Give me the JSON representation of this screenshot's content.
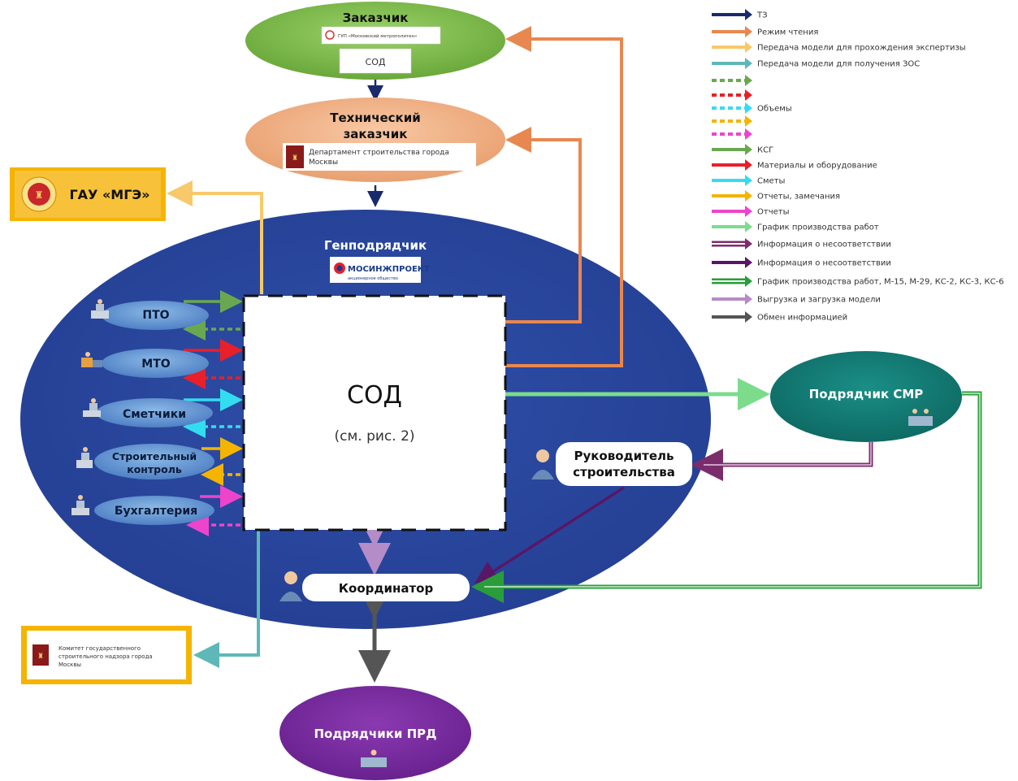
{
  "nodes": {
    "customer": {
      "title": "Заказчик",
      "logo_text": "ГУП «Московский метрополитен»",
      "sod_label": "СОД"
    },
    "tech_customer": {
      "title_line1": "Технический",
      "title_line2": "заказчик",
      "dept_line1": "Департамент строительства города",
      "dept_line2": "Москвы"
    },
    "gau_mge": {
      "label": "ГАУ «МГЭ»"
    },
    "general_contractor": {
      "title": "Генподрядчик",
      "logo_text": "МОСИНЖПРОЕКТ",
      "logo_sub": "акционерное общество"
    },
    "sod_box": {
      "title": "СОД",
      "subtitle": "(см. рис. 2)"
    },
    "departments": [
      {
        "label": "ПТО"
      },
      {
        "label": "МТО"
      },
      {
        "label": "Сметчики"
      },
      {
        "label_line1": "Строительный",
        "label_line2": "контроль"
      },
      {
        "label": "Бухгалтерия"
      }
    ],
    "construction_manager": {
      "line1": "Руководитель",
      "line2": "строительства"
    },
    "coordinator": {
      "label": "Координатор"
    },
    "contractor_smr": {
      "label": "Подрядчик СМР"
    },
    "state_committee": {
      "line1": "Комитет государственного",
      "line2": "строительного надзора города",
      "line3": "Москвы"
    },
    "contractors_prd": {
      "label": "Подрядчики ПРД"
    }
  },
  "legend": [
    {
      "label": "ТЗ",
      "color": "#1a2a6c",
      "style": "solid"
    },
    {
      "label": "Режим чтения",
      "color": "#e8874f",
      "style": "solid"
    },
    {
      "label": "Передача модели для прохождения экспертизы",
      "color": "#f7c96a",
      "style": "solid"
    },
    {
      "label": "Передача модели для получения ЗОС",
      "color": "#5fb8b8",
      "style": "solid"
    },
    {
      "label": "",
      "color": "#6aa84f",
      "style": "dashed"
    },
    {
      "label": "",
      "color": "#e8202a",
      "style": "dashed"
    },
    {
      "label": "Объемы",
      "color": "#33ddf0",
      "style": "dashed"
    },
    {
      "label": "",
      "color": "#f4b400",
      "style": "dashed"
    },
    {
      "label": "",
      "color": "#ee44cc",
      "style": "dashed"
    },
    {
      "label": "КСГ",
      "color": "#6aa84f",
      "style": "solid"
    },
    {
      "label": "Материалы и оборудование",
      "color": "#e8202a",
      "style": "solid"
    },
    {
      "label": "Сметы",
      "color": "#33ddf0",
      "style": "solid"
    },
    {
      "label": "Отчеты, замечания",
      "color": "#f4b400",
      "style": "solid"
    },
    {
      "label": "Отчеты",
      "color": "#ee44cc",
      "style": "solid"
    },
    {
      "label": "График производства работ",
      "color": "#7cdc8c",
      "style": "solid"
    },
    {
      "label": "Информация о несоответствии",
      "color": "#7b2d6b",
      "style": "double"
    },
    {
      "label": "Информация о несоответствии",
      "color": "#5a1666",
      "style": "solid"
    },
    {
      "label": "График производства работ, М-15, М-29, КС-2, КС-3, КС-6",
      "color": "#2a9d3a",
      "style": "double"
    },
    {
      "label": "Выгрузка и загрузка модели",
      "color": "#b48cc8",
      "style": "solid"
    },
    {
      "label": "Обмен информацией",
      "color": "#555555",
      "style": "solid"
    }
  ]
}
